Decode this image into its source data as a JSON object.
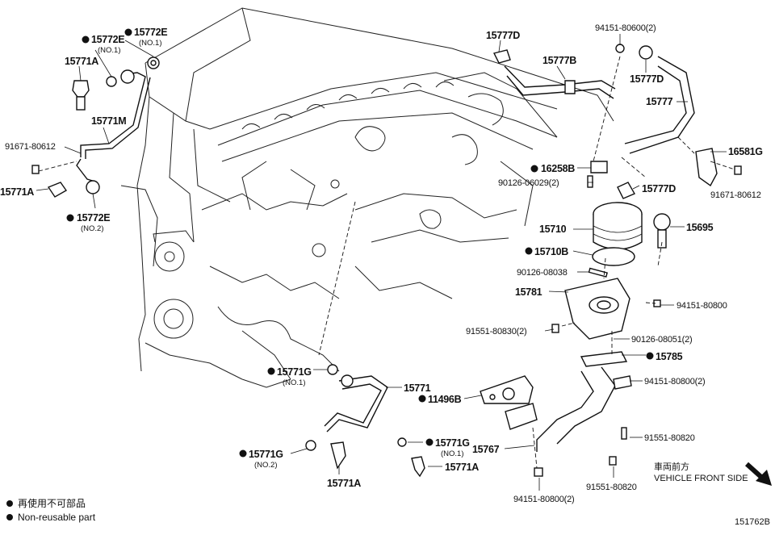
{
  "parts": {
    "p15772E_top": {
      "label": "15772E",
      "sub": "(NO.1)"
    },
    "p15772E_mid": {
      "label": "15772E",
      "sub": "(NO.1)"
    },
    "p15771A_top": {
      "label": "15771A"
    },
    "p15771M": {
      "label": "15771M"
    },
    "p91671_left": {
      "label": "91671-80612"
    },
    "p15771A_left": {
      "label": "15771A"
    },
    "p15772E_low": {
      "label": "15772E",
      "sub": "(NO.2)"
    },
    "p15777D_top": {
      "label": "15777D"
    },
    "p94151_top": {
      "label": "94151-80600(2)"
    },
    "p15777B": {
      "label": "15777B"
    },
    "p15777D_mid": {
      "label": "15777D"
    },
    "p15777": {
      "label": "15777"
    },
    "p16581G": {
      "label": "16581G"
    },
    "p91671_right": {
      "label": "91671-80612"
    },
    "p16258B": {
      "label": "16258B"
    },
    "p90126_06029": {
      "label": "90126-06029(2)"
    },
    "p15777D_low": {
      "label": "15777D"
    },
    "p15710": {
      "label": "15710"
    },
    "p15695": {
      "label": "15695"
    },
    "p15710B": {
      "label": "15710B"
    },
    "p90126_08038": {
      "label": "90126-08038"
    },
    "p15781": {
      "label": "15781"
    },
    "p94151_80800": {
      "label": "94151-80800"
    },
    "p91551_80830": {
      "label": "91551-80830(2)"
    },
    "p90126_08051": {
      "label": "90126-08051(2)"
    },
    "p15785": {
      "label": "15785"
    },
    "p94151_80800_2": {
      "label": "94151-80800(2)"
    },
    "p15771G_mid": {
      "label": "15771G",
      "sub": "(NO.1)"
    },
    "p15771": {
      "label": "15771"
    },
    "p11496B": {
      "label": "11496B"
    },
    "p91551_80820_a": {
      "label": "91551-80820"
    },
    "p15771G_low": {
      "label": "15771G",
      "sub": "(NO.2)"
    },
    "p15771G_r": {
      "label": "15771G",
      "sub": "(NO.1)"
    },
    "p15767": {
      "label": "15767"
    },
    "p15771A_b1": {
      "label": "15771A"
    },
    "p15771A_b2": {
      "label": "15771A"
    },
    "p94151_btm": {
      "label": "94151-80800(2)"
    },
    "p91551_80820_b": {
      "label": "91551-80820"
    }
  },
  "front": {
    "jp": "車両前方",
    "en": "VEHICLE FRONT SIDE"
  },
  "legend": {
    "jp": "再使用不可部品",
    "en": "Non-reusable part"
  },
  "ref_code": "151762B"
}
